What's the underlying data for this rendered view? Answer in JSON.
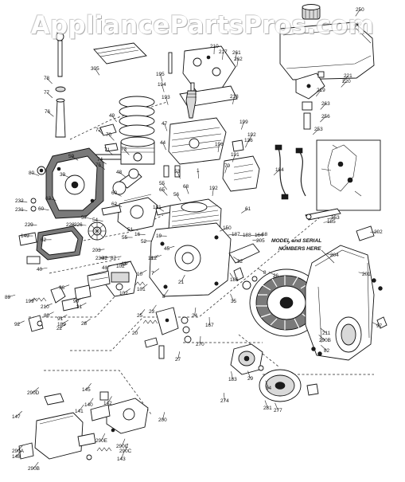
{
  "watermark": "AppliancePartsPros.com",
  "callout": {
    "line1": "MODEL and SERIAL",
    "line2": "NUMBERS HERE"
  },
  "part_labels": [
    "250",
    "249",
    "305",
    "210",
    "217",
    "261",
    "262",
    "221",
    "78",
    "195",
    "194",
    "193",
    "218",
    "220",
    "219",
    "77",
    "49",
    "199",
    "263",
    "256",
    "76",
    "47",
    "196",
    "253",
    "192",
    "136",
    "191",
    "72",
    "70",
    "73",
    "71",
    "74",
    "75",
    "44",
    "48",
    "79",
    "1",
    "80",
    "39",
    "59",
    "53",
    "184",
    "232",
    "231",
    "60",
    "68",
    "55",
    "65",
    "56",
    "60",
    "62",
    "63",
    "192",
    "353",
    "181",
    "61",
    "54",
    "19",
    "57",
    "185",
    "229",
    "228",
    "226",
    "149",
    "62",
    "51",
    "55",
    "150",
    "187",
    "188",
    "164",
    "202",
    "16",
    "52",
    "45",
    "18",
    "205",
    "204",
    "203",
    "40",
    "230",
    "42",
    "87",
    "43",
    "11",
    "12",
    "32",
    "201",
    "41",
    "102",
    "21",
    "186",
    "96",
    "102",
    "10",
    "7",
    "8",
    "26",
    "101",
    "89",
    "90",
    "31",
    "8",
    "199",
    "210",
    "80",
    "91",
    "92",
    "22",
    "23",
    "24",
    "167",
    "211",
    "290B",
    "97",
    "189",
    "82",
    "28",
    "25",
    "27",
    "20",
    "35",
    "270",
    "183",
    "29",
    "34",
    "142",
    "274",
    "281",
    "277",
    "290D",
    "145",
    "140",
    "141",
    "147",
    "290A",
    "148",
    "290B",
    "200",
    "290E",
    "290C",
    "290C",
    "143"
  ]
}
